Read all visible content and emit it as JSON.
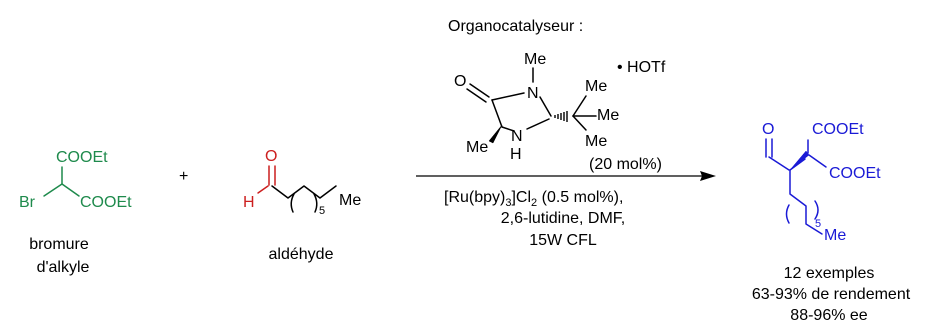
{
  "colors": {
    "text": "#000000",
    "bromide": "#1e8a4c",
    "aldehyde": "#cc1f1f",
    "product": "#1a1ad6"
  },
  "reactant1": {
    "label_line1": "bromure",
    "label_line2": "d'alkyle",
    "atoms": {
      "cooet_top": "COOEt",
      "br": "Br",
      "cooet_right": "COOEt"
    }
  },
  "plus": "+",
  "reactant2": {
    "label": "aldéhyde",
    "atoms": {
      "o": "O",
      "h": "H",
      "repeat": "5",
      "me": "Me"
    }
  },
  "catalyst": {
    "title": "Organocatalyseur :",
    "salt": "• HOTf",
    "loading": "(20 mol%)",
    "atoms": {
      "o": "O",
      "n_top": "N",
      "me_n": "Me",
      "me_t1": "Me",
      "me_t2": "Me",
      "me_t3": "Me",
      "me_bottom": "Me",
      "n_bottom": "N",
      "h": "H"
    }
  },
  "conditions": {
    "photocat_a": "[Ru(bpy)",
    "photocat_sub": "3",
    "photocat_b": "]Cl",
    "photocat_sub2": "2",
    "photocat_c": " (0.5 mol%),",
    "line2": "2,6-lutidine, DMF,",
    "line3": "15W CFL"
  },
  "product": {
    "atoms": {
      "o": "O",
      "cooet_top": "COOEt",
      "cooet_right": "COOEt",
      "repeat": "5",
      "me": "Me"
    },
    "summary": [
      "12 exemples",
      "63-93% de rendement",
      "88-96% ee"
    ]
  }
}
